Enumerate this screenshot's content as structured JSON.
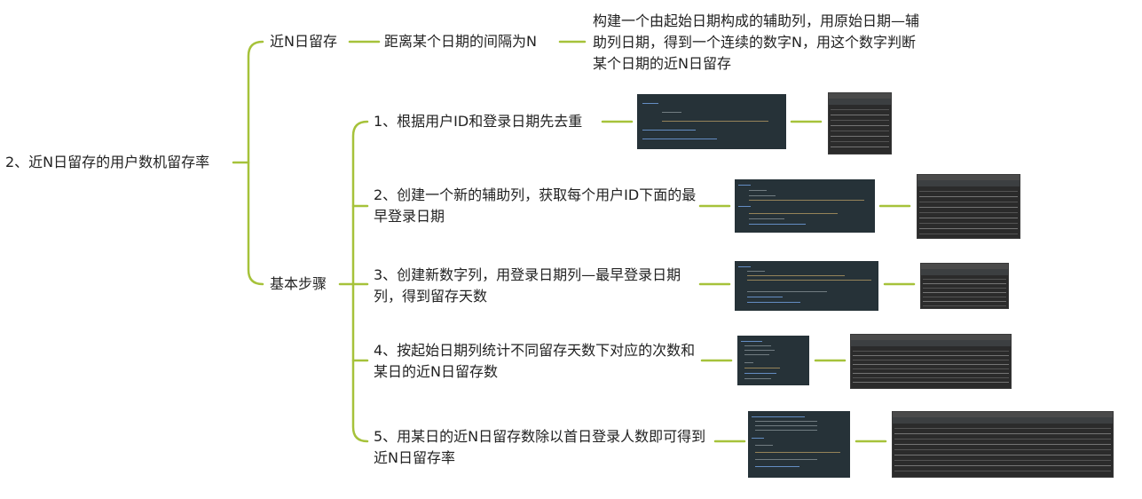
{
  "root": {
    "label": "2、近N日留存的用户数机留存率"
  },
  "branch1": {
    "label": "近N日留存",
    "child": "距离某个日期的间隔为N",
    "detail": "构建一个由起始日期构成的辅助列，用原始日期—辅助列日期，得到一个连续的数字N，用这个数字判断某个日期的近N日留存"
  },
  "branch2": {
    "label": "基本步骤",
    "steps": [
      {
        "text": "1、根据用户ID和登录日期先去重"
      },
      {
        "text": "2、创建一个新的辅助列，获取每个用户ID下面的最早登录日期"
      },
      {
        "text": "3、创建新数字列，用登录日期列—最早登录日期列，得到留存天数"
      },
      {
        "text": "4、按起始日期列统计不同留存天数下对应的次数和某日的近N日留存数"
      },
      {
        "text": "5、用某日的近N日留存数除以首日登录人数即可得到近N日留存率"
      }
    ]
  },
  "colors": {
    "connector": "#a6c23a",
    "code_bg": "#263238",
    "result_bg": "#2b2b2b"
  }
}
